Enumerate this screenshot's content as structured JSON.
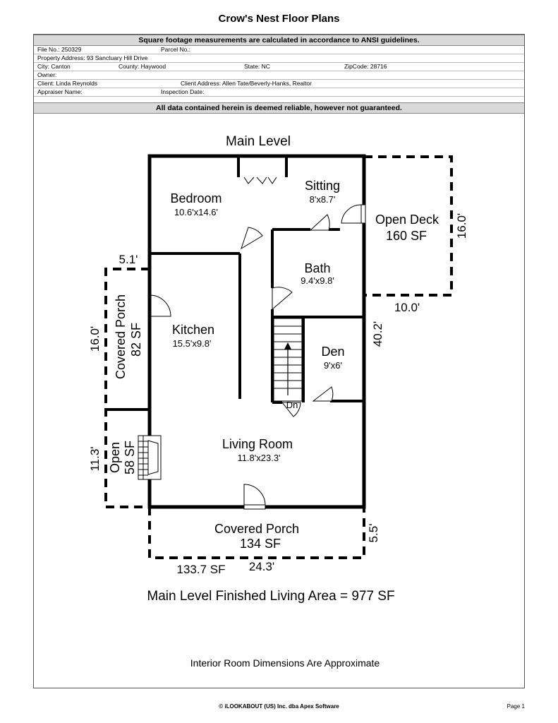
{
  "header": {
    "title": "Crow's Nest Floor Plans",
    "ansi_note": "Square footage measurements are calculated in accordance to ANSI guidelines.",
    "disclaimer": "All data contained herein is deemed reliable, however not guaranteed."
  },
  "info": {
    "file_no": "File No.: 250329",
    "parcel_no": "Parcel No.:",
    "property_address": "Property Address: 93 Sanctuary Hill Drive",
    "city": "City: Canton",
    "county": "County: Haywood",
    "state": "State: NC",
    "zip": "ZipCode: 28716",
    "owner": "Owner:",
    "client": "Client: Linda Reynolds",
    "client_address": "Client Address: Allen Tate/Beverly-Hanks, Realtor",
    "appraiser": "Appraiser Name:",
    "inspection_date": "Inspection Date:"
  },
  "plan": {
    "level_title": "Main Level",
    "rooms": {
      "bedroom": {
        "name": "Bedroom",
        "dims": "10.6'x14.6'"
      },
      "sitting": {
        "name": "Sitting",
        "dims": "8'x8.7'"
      },
      "bath": {
        "name": "Bath",
        "dims": "9.4'x9.8'"
      },
      "kitchen": {
        "name": "Kitchen",
        "dims": "15.5'x9.8'"
      },
      "den": {
        "name": "Den",
        "dims": "9'x6'"
      },
      "living": {
        "name": "Living Room",
        "dims": "11.8'x23.3'"
      }
    },
    "open_deck": {
      "name": "Open Deck",
      "area": "160 SF",
      "dim_side": "16.0'",
      "dim_bottom": "10.0'"
    },
    "covered_porch_left": {
      "name": "Covered Porch",
      "area": "82 SF",
      "dim_side": "16.0'",
      "dim_top": "5.1'"
    },
    "open_left": {
      "name": "Open",
      "area": "58 SF",
      "dim_side": "11.3'"
    },
    "covered_porch_bottom": {
      "name": "Covered Porch",
      "area": "134 SF",
      "dim_side": "5.5'",
      "area_outer": "133.7 SF",
      "dim_bottom": "24.3'"
    },
    "dim_right": "40.2'",
    "stair_label": "Dn"
  },
  "summary": {
    "living_area": "Main Level Finished Living Area = 977 SF",
    "approx_note": "Interior Room Dimensions Are Approximate"
  },
  "footer": {
    "copyright": "© iLOOKABOUT (US) Inc. dba Apex Software",
    "page": "Page 1"
  }
}
